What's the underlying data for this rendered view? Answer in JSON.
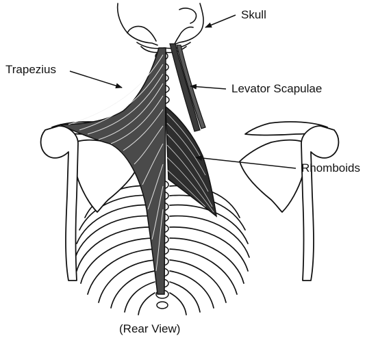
{
  "labels": {
    "skull": "Skull",
    "trapezius": "Trapezius",
    "levator_scapulae": "Levator Scapulae",
    "rhomboids": "Rhomboids"
  },
  "caption": "(Rear View)",
  "colors": {
    "ink": "#111111",
    "muscle_fill": "#3a3a3a",
    "bone_fill": "#ffffff"
  }
}
